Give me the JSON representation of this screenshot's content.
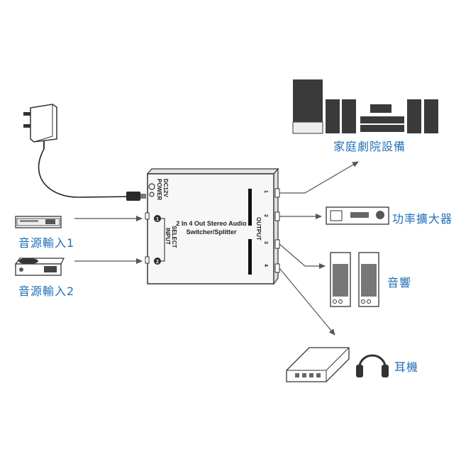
{
  "device": {
    "title_line1": "2 In 4 Out Stereo Audio",
    "title_line2": "Switcher/Splitter",
    "power_line1": "POWER",
    "power_line2": "DC12V",
    "input_line1": "INPUT",
    "input_line2": "SELECT",
    "output_label": "OUTPUT",
    "input_numbers": [
      "1",
      "2"
    ],
    "output_numbers": [
      "1",
      "2",
      "3",
      "4"
    ]
  },
  "labels": {
    "source1": "音源輸入1",
    "source2": "音源輸入2",
    "home_theater": "家庭劇院設備",
    "amplifier": "功率擴大器",
    "speakers": "音響",
    "headphones": "耳機"
  },
  "colors": {
    "label": "#1f6fb8",
    "line": "#555555",
    "equipment_dark": "#3a3a3a",
    "device_fill": "#f4f4f4"
  },
  "icons": [
    "power-adapter-icon",
    "source1-device-icon",
    "source2-cd-player-icon",
    "home-theater-icon",
    "amplifier-icon",
    "speakers-icon",
    "headphone-amp-icon",
    "headphones-icon"
  ]
}
